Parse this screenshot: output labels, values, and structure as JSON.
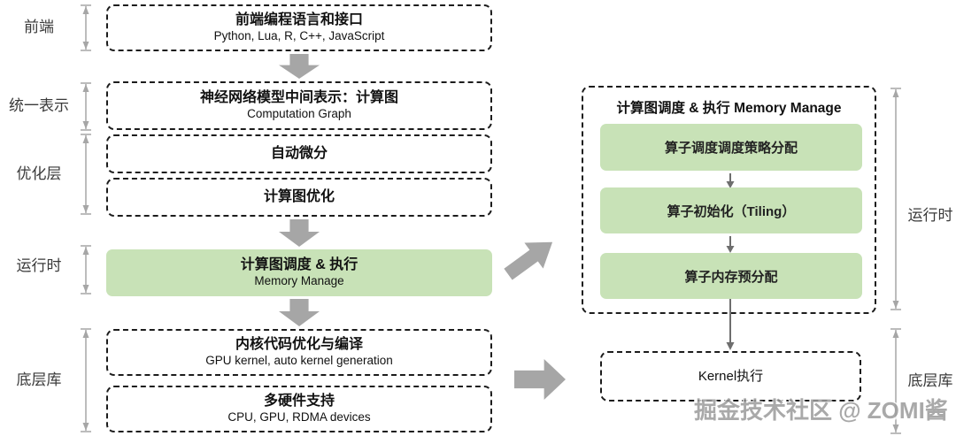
{
  "colors": {
    "green": "#c8e2b7",
    "arrow": "#a6a6a6",
    "thin_arrow": "#6e6e6e",
    "border": "#1c1c1c",
    "label": "#3a3a3a"
  },
  "left_labels": {
    "frontend": "前端",
    "unified": "统一表示",
    "optimizer": "优化层",
    "runtime": "运行时",
    "lowlevel": "底层库"
  },
  "left_column": {
    "frontend_box": {
      "title": "前端编程语言和接口",
      "subtitle": "Python, Lua, R, C++, JavaScript"
    },
    "ir_box": {
      "title": "神经网络模型中间表示：计算图",
      "subtitle": "Computation Graph"
    },
    "autodiff_box": {
      "title": "自动微分"
    },
    "graph_opt_box": {
      "title": "计算图优化"
    },
    "schedule_box": {
      "title": "计算图调度 & 执行",
      "subtitle": "Memory Manage"
    },
    "kernel_box": {
      "title": "内核代码优化与编译",
      "subtitle": "GPU kernel, auto kernel generation"
    },
    "hardware_box": {
      "title": "多硬件支持",
      "subtitle": "CPU, GPU, RDMA devices"
    }
  },
  "right_panel": {
    "title": "计算图调度 & 执行 Memory Manage",
    "steps": [
      "算子调度调度策略分配",
      "算子初始化（Tiling）",
      "算子内存预分配"
    ],
    "kernel_exec_label": "Kernel执行"
  },
  "right_labels": {
    "runtime": "运行时",
    "lowlevel": "底层库"
  },
  "watermark": "掘金技术社区 @ ZOMI酱"
}
